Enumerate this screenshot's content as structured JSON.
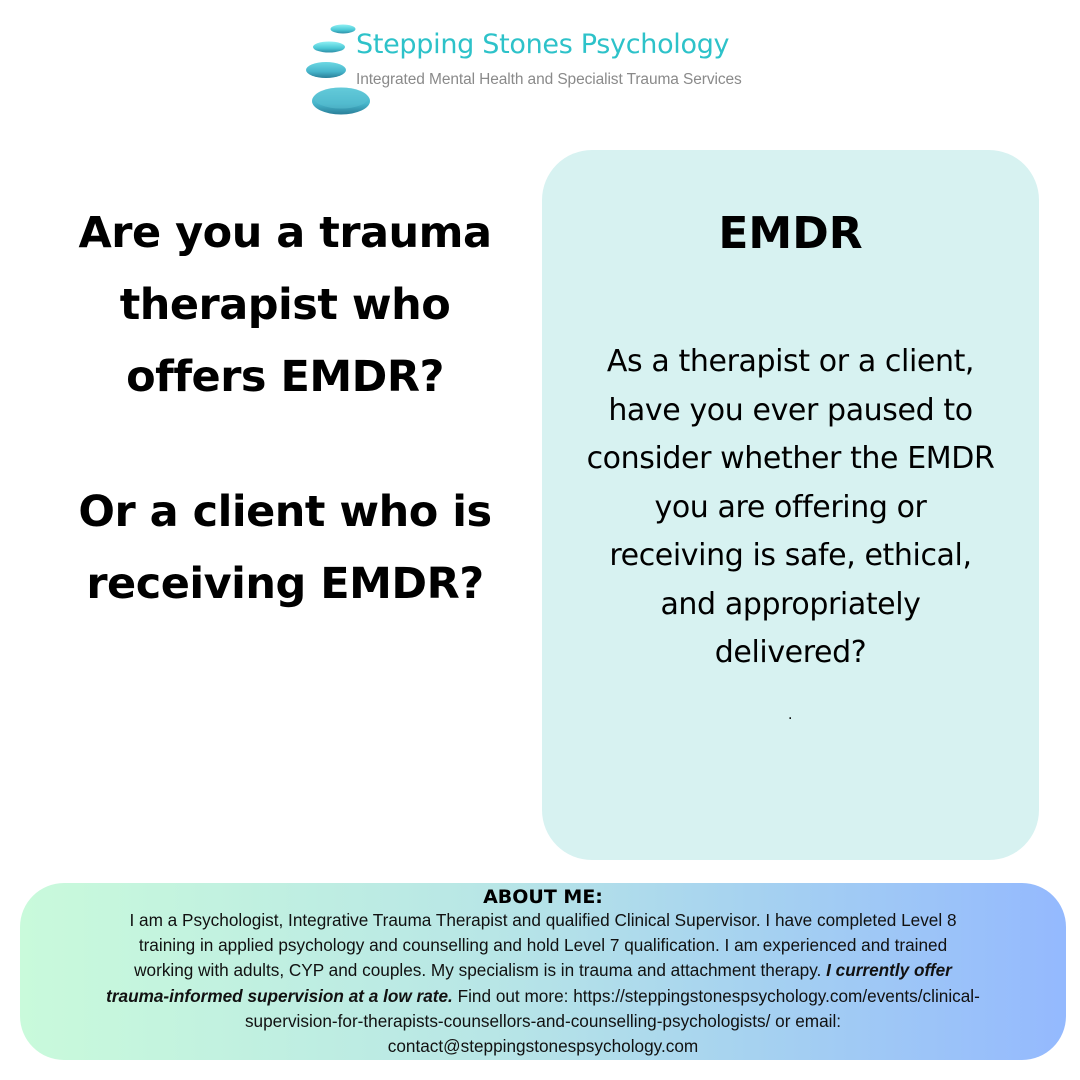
{
  "logo": {
    "title": "Stepping Stones Psychology",
    "subtitle": "Integrated Mental Health and Specialist Trauma Services",
    "icon": "stacked-stones-icon",
    "colors": {
      "title": "#2dc2c9",
      "subtitle": "#8a8a8a",
      "stone_light": "#7fe6ee",
      "stone_dark": "#3aa9bd"
    }
  },
  "headline": {
    "question1_lines": [
      "Are you a trauma",
      "therapist who",
      "offers EMDR?"
    ],
    "question2_lines": [
      "Or a client who is",
      "receiving EMDR?"
    ]
  },
  "panel": {
    "title": "EMDR",
    "body_lines": [
      "As a therapist or a client,",
      "have you ever paused to",
      "consider whether the EMDR",
      "you are offering or",
      "receiving is safe, ethical,",
      "and appropriately",
      "delivered?"
    ],
    "trailing_mark": ".",
    "background": "#d7f2f1"
  },
  "about": {
    "title": "ABOUT ME:",
    "lines": [
      {
        "plain": "I am a Psychologist, Integrative Trauma Therapist and qualified Clinical Supervisor.  I have completed Level 8"
      },
      {
        "plain": "training in applied psychology and counselling and hold Level 7 qualification. I am experienced and trained"
      },
      {
        "plain": "working with adults, CYP and couples. My specialism is in trauma and attachment therapy. ",
        "emphasis": "I currently offer"
      },
      {
        "emphasis": "trauma-informed supervision at a low rate.",
        "plain": " Find out more: https://steppingstonespsychology.com/events/clinical-"
      },
      {
        "plain": "supervision-for-therapists-counsellors-and-counselling-psychologists/ or email:"
      },
      {
        "plain": "contact@steppingstonespsychology.com"
      }
    ],
    "gradient": [
      "#c9fadb",
      "#94b9fe"
    ]
  }
}
